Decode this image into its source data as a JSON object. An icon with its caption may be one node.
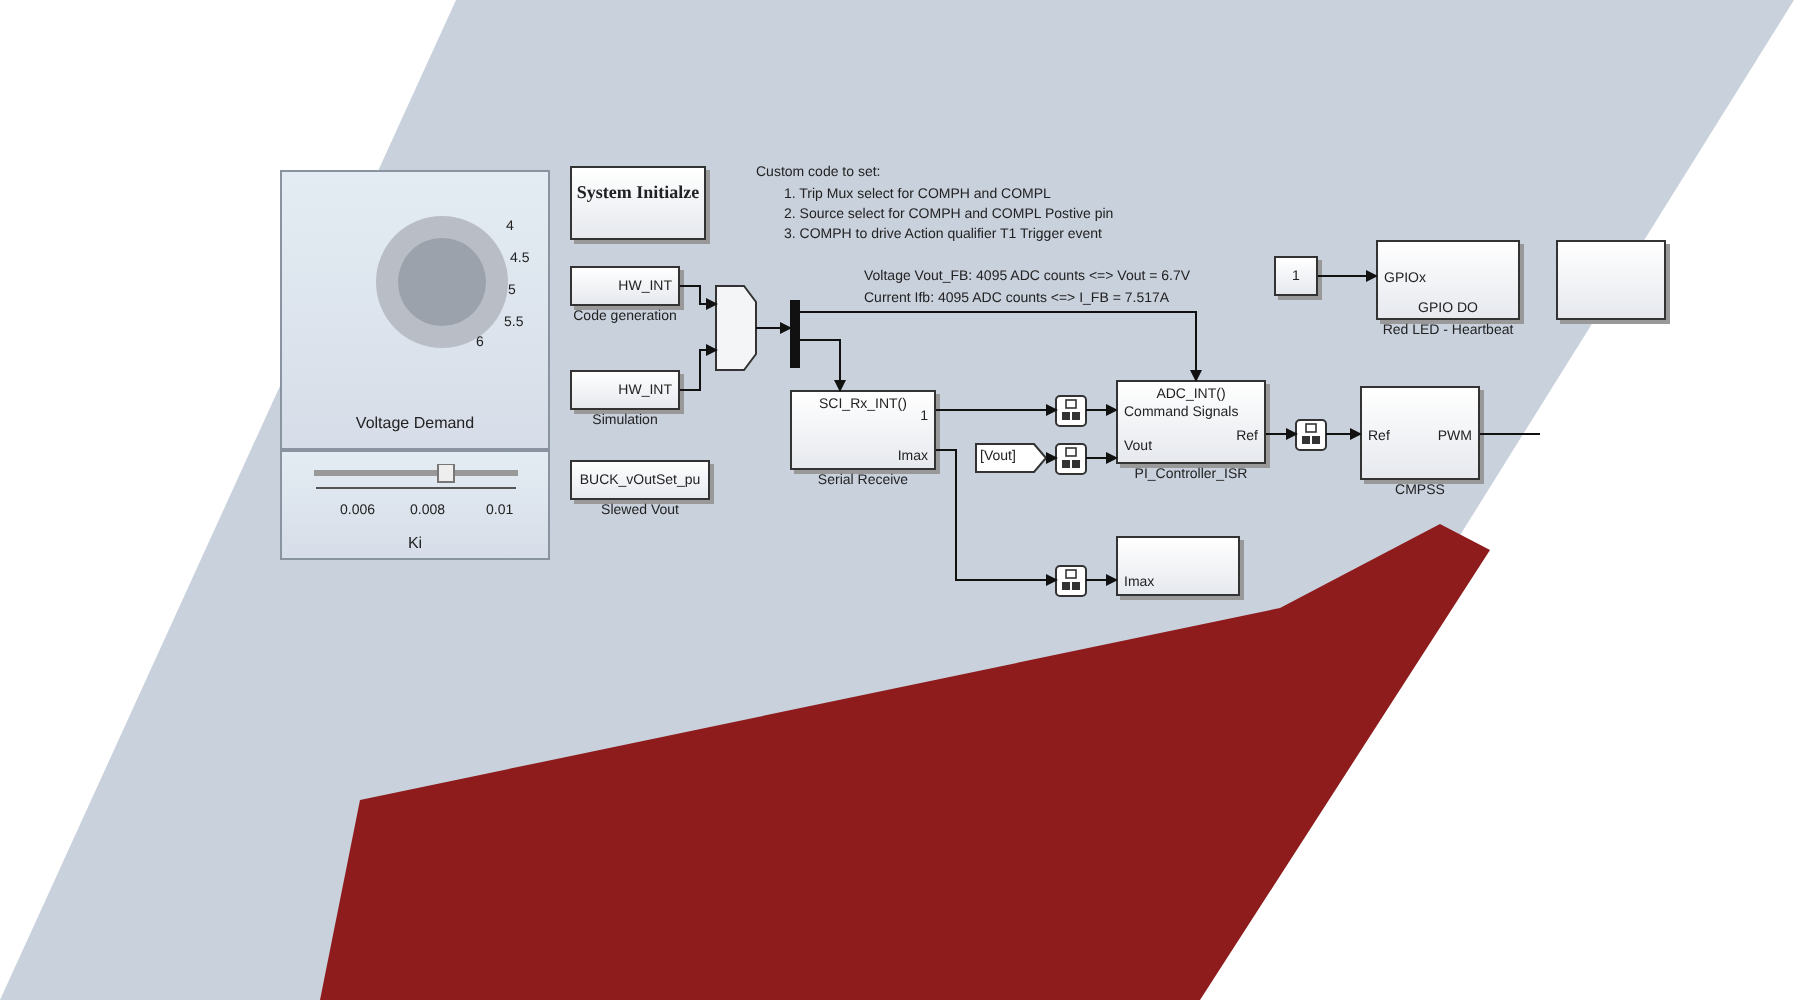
{
  "diagram": {
    "nodes": [
      {
        "text": [
          "System Initialze"
        ]
      },
      {
        "text": [
          "HW_INT"
        ],
        "beside": [
          "Code generation"
        ]
      },
      {
        "text": [
          "HW_INT"
        ],
        "beside": [
          "Simulation"
        ]
      },
      {
        "text": [
          "BUCK_vOutSet_pu"
        ],
        "beside": [
          "Slewed Vout"
        ]
      },
      {
        "text": [],
        "shape": "box"
      },
      {
        "text": [],
        "shape": "bar"
      },
      {
        "text": [
          "SCI_Rx_INT()",
          "1",
          "Imax"
        ],
        "beside": [
          "Serial Receive"
        ]
      },
      {
        "text": [],
        "shape": "box"
      },
      {
        "text": [
          "[Vout]"
        ]
      },
      {
        "text": [],
        "shape": "box"
      },
      {
        "text": [
          "ADC_INT()",
          "Command Signals",
          "Vout",
          "Ref"
        ],
        "beside": [
          "PI_Controller_ISR"
        ]
      },
      {
        "text": [],
        "shape": "box"
      },
      {
        "text": [
          "Ref",
          "PWM"
        ],
        "beside": [
          "CMPSS"
        ]
      },
      {
        "text": [
          "1"
        ]
      },
      {
        "text": [
          "GPIOx",
          "GPIO DO"
        ],
        "beside": [
          "Red LED - Heartbeat"
        ]
      },
      {
        "text": [],
        "shape": "box"
      },
      {
        "text": [],
        "shape": "box"
      },
      {
        "text": [
          "Imax"
        ]
      },
      {
        "text": [
          "Voltage Demand"
        ]
      },
      {
        "text": [
          "Ki"
        ]
      }
    ],
    "edges": [
      {
        "from": 1,
        "to": 4,
        "arrow": "to"
      },
      {
        "from": 2,
        "to": 4,
        "arrow": "to"
      },
      {
        "from": 4,
        "to": 5,
        "arrow": "to"
      },
      {
        "from": 5,
        "to": 6,
        "arrow": "to"
      },
      {
        "from": 5,
        "to": 10,
        "arrow": "to"
      },
      {
        "from": 6,
        "to": 7,
        "arrow": "to"
      },
      {
        "from": 7,
        "to": 10,
        "arrow": "to"
      },
      {
        "from": 8,
        "to": 9,
        "arrow": "to"
      },
      {
        "from": 9,
        "to": 10,
        "arrow": "to"
      },
      {
        "from": 10,
        "to": 11,
        "arrow": "to"
      },
      {
        "from": 11,
        "to": 12,
        "arrow": "to"
      },
      {
        "from": 6,
        "to": 16,
        "arrow": "to"
      },
      {
        "from": 16,
        "to": 17,
        "arrow": "to"
      },
      {
        "from": 13,
        "to": 14,
        "arrow": "to"
      },
      {
        "from": 12,
        "to": null,
        "arrow": "none"
      }
    ],
    "labels": [
      "Custom code to set:",
      "1. Trip Mux select for COMPH and COMPL",
      "2. Source select for COMPH and COMPL Postive pin",
      "3. COMPH to drive Action qualifier T1 Trigger event",
      "Voltage Vout_FB: 4095 ADC counts <=> Vout = 6.7V",
      "Current Ifb: 4095 ADC counts <=> I_FB = 7.517A",
      "4",
      "4.5",
      "5",
      "5.5",
      "6",
      "0.006",
      "0.008",
      "0.01"
    ]
  }
}
